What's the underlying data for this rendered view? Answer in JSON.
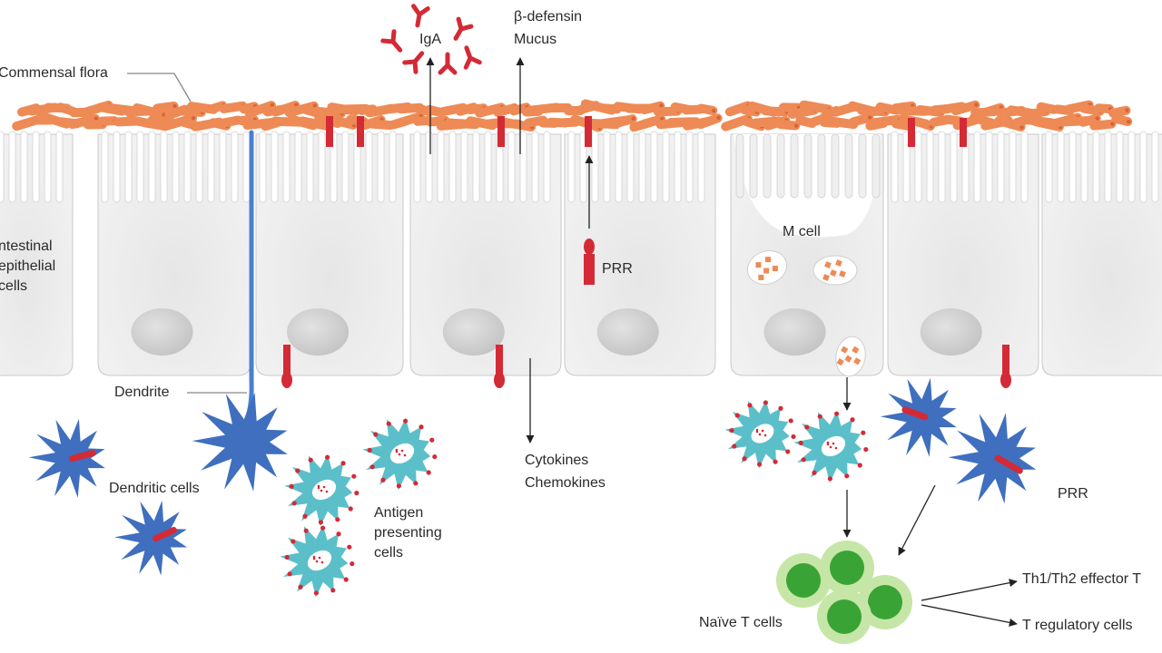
{
  "labels": {
    "commensal_flora": "Commensal flora",
    "iga": "IgA",
    "beta_defensin": "β-defensin",
    "mucus": "Mucus",
    "intestinal_epithelial_cells": "ntestinal\nepithelial\ncells",
    "m_cell": "M cell",
    "prr_top": "PRR",
    "dendrite": "Dendrite",
    "dendritic_cells": "Dendritic cells",
    "antigen_presenting_cells": "Antigen\npresenting\ncells",
    "cytokines": "Cytokines",
    "chemokines": "Chemokines",
    "prr_bottom": "PRR",
    "naive_t_cells": "Naïve T cells",
    "th1_th2_effector": "Th1/Th2 effector T",
    "t_regulatory_cells": "T regulatory cells"
  },
  "colors": {
    "bacteria": "#ee8a55",
    "bacteria_dot": "#d8623a",
    "epithelium": "#ececec",
    "epithelium_edge": "#c9c9c9",
    "nucleus": "#d2d2d2",
    "prr": "#d42a36",
    "dendritic_cell": "#3f6fbe",
    "dendrite_line": "#4a7fd0",
    "apc": "#5bbfc9",
    "t_cell_outer": "#c5e6a6",
    "t_cell_inner": "#3aa335",
    "arrow": "#222222"
  },
  "icons": {
    "iga": "y-shaped-antibody-icon",
    "prr": "receptor-icon",
    "dendritic_cell": "star-shaped-cell-icon",
    "apc": "spiky-cell-icon",
    "t_cell": "round-cell-icon",
    "bacterium": "rod-bacterium-icon"
  }
}
